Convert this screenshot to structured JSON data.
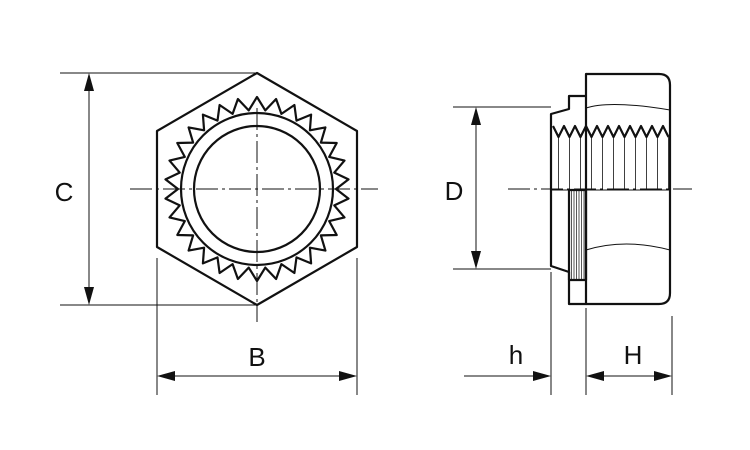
{
  "labels": {
    "c": "C",
    "b": "B",
    "d": "D",
    "h_lower": "h",
    "h_upper": "H"
  },
  "colors": {
    "line": "#111111",
    "background": "#ffffff"
  }
}
